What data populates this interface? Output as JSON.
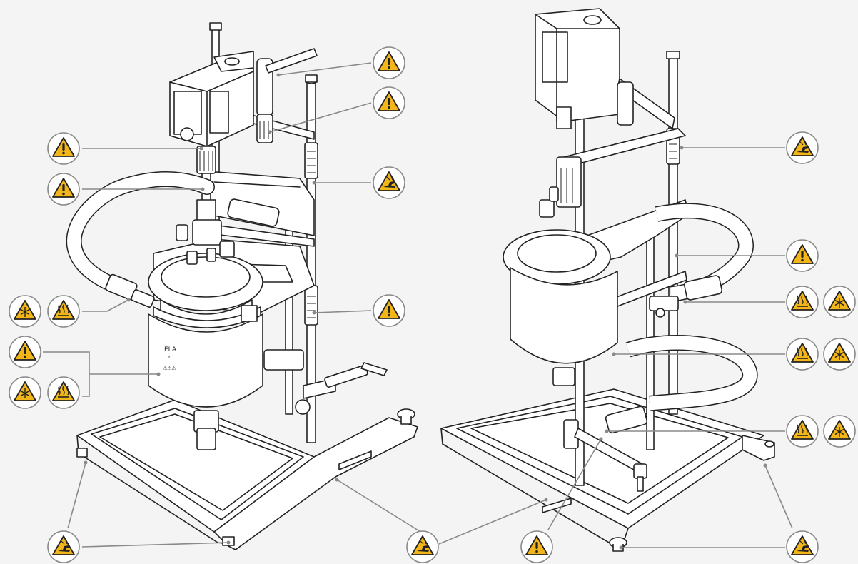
{
  "colors": {
    "background": "#f4f4f4",
    "warning_fill": "#f2b619",
    "warning_ring": "#8a8a8a",
    "line": "#222222",
    "callout": "#8a8a8a"
  },
  "symbols": {
    "general": {
      "icon": "exclamation-icon",
      "glyph": "!"
    },
    "hot_surface": {
      "icon": "hot-surface-icon",
      "glyph": "heat"
    },
    "cold_surface": {
      "icon": "snowflake-icon",
      "glyph": "cold"
    },
    "crush_hand": {
      "icon": "hand-crush-icon",
      "glyph": "hand"
    }
  },
  "vessel_label": {
    "line1": "ELA",
    "line2": "T°",
    "line3": "⚠⚠⚠"
  }
}
